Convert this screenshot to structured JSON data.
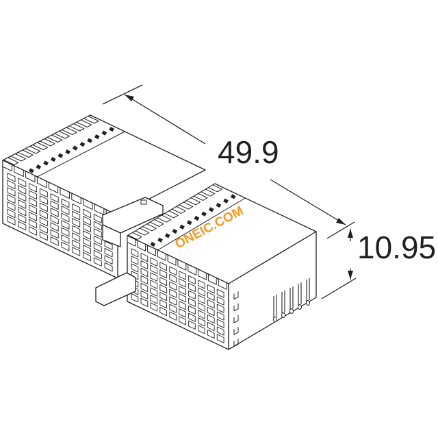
{
  "dimensions": {
    "length": "49.9",
    "height": "10.95"
  },
  "watermark": {
    "text": "ONEIC.COM",
    "color": "#f39a1e"
  },
  "colors": {
    "line": "#231f20",
    "background": "#ffffff"
  },
  "connector": {
    "module_count": 2,
    "front_grid": {
      "columns": 10,
      "rows": 7
    },
    "top_holes_per_module": 12
  }
}
